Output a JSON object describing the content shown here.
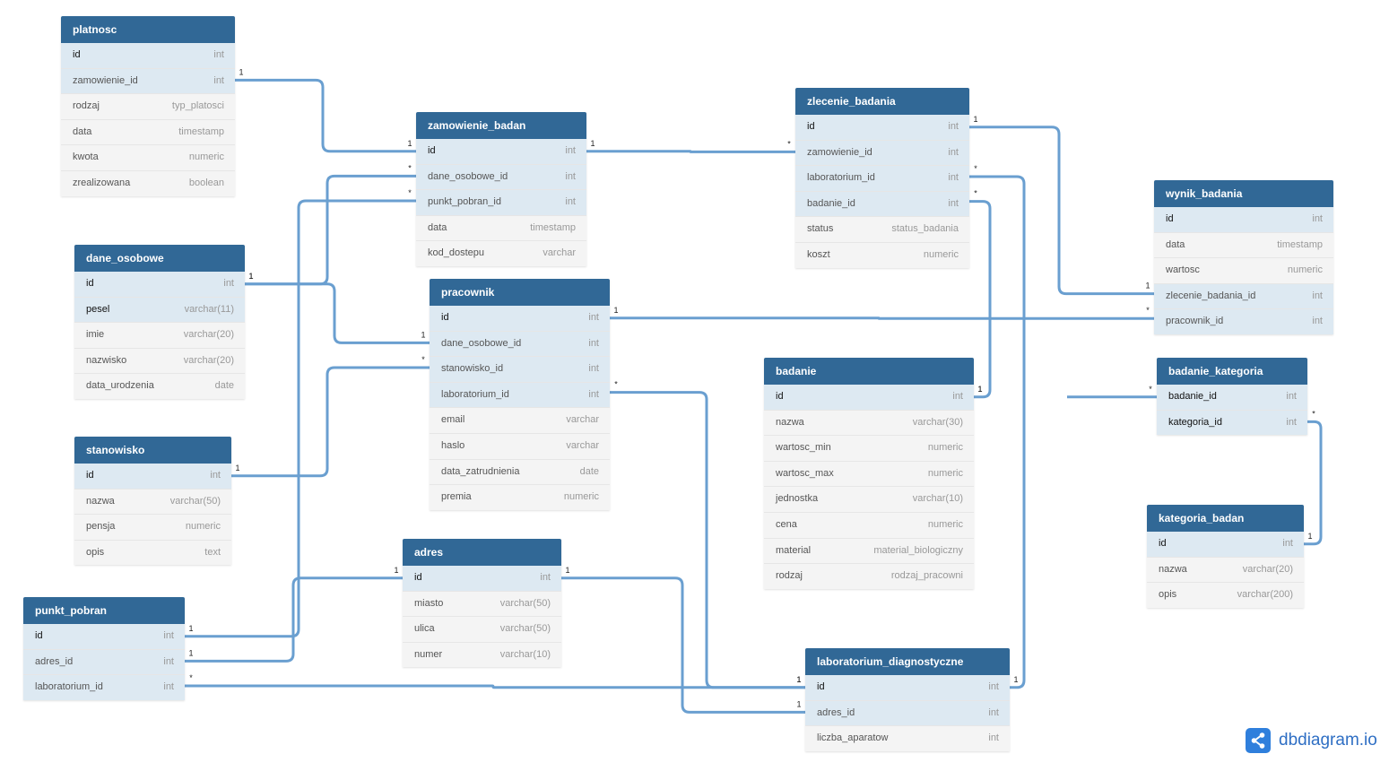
{
  "tables": [
    {
      "id": "platnosc",
      "name": "platnosc",
      "columns": [
        {
          "name": "id",
          "type": "int",
          "pk": true
        },
        {
          "name": "zamowienie_id",
          "type": "int",
          "fk": true
        },
        {
          "name": "rodzaj",
          "type": "typ_platosci"
        },
        {
          "name": "data",
          "type": "timestamp"
        },
        {
          "name": "kwota",
          "type": "numeric"
        },
        {
          "name": "zrealizowana",
          "type": "boolean"
        }
      ]
    },
    {
      "id": "zamowienie_badan",
      "name": "zamowienie_badan",
      "columns": [
        {
          "name": "id",
          "type": "int",
          "pk": true
        },
        {
          "name": "dane_osobowe_id",
          "type": "int",
          "fk": true
        },
        {
          "name": "punkt_pobran_id",
          "type": "int",
          "fk": true
        },
        {
          "name": "data",
          "type": "timestamp"
        },
        {
          "name": "kod_dostepu",
          "type": "varchar"
        }
      ]
    },
    {
      "id": "zlecenie_badania",
      "name": "zlecenie_badania",
      "columns": [
        {
          "name": "id",
          "type": "int",
          "pk": true
        },
        {
          "name": "zamowienie_id",
          "type": "int",
          "fk": true
        },
        {
          "name": "laboratorium_id",
          "type": "int",
          "fk": true
        },
        {
          "name": "badanie_id",
          "type": "int",
          "fk": true
        },
        {
          "name": "status",
          "type": "status_badania"
        },
        {
          "name": "koszt",
          "type": "numeric"
        }
      ]
    },
    {
      "id": "wynik_badania",
      "name": "wynik_badania",
      "columns": [
        {
          "name": "id",
          "type": "int",
          "pk": true
        },
        {
          "name": "data",
          "type": "timestamp"
        },
        {
          "name": "wartosc",
          "type": "numeric"
        },
        {
          "name": "zlecenie_badania_id",
          "type": "int",
          "fk": true
        },
        {
          "name": "pracownik_id",
          "type": "int",
          "fk": true
        }
      ]
    },
    {
      "id": "dane_osobowe",
      "name": "dane_osobowe",
      "columns": [
        {
          "name": "id",
          "type": "int",
          "pk": true
        },
        {
          "name": "pesel",
          "type": "varchar(11)",
          "pk": true
        },
        {
          "name": "imie",
          "type": "varchar(20)"
        },
        {
          "name": "nazwisko",
          "type": "varchar(20)"
        },
        {
          "name": "data_urodzenia",
          "type": "date"
        }
      ]
    },
    {
      "id": "pracownik",
      "name": "pracownik",
      "columns": [
        {
          "name": "id",
          "type": "int",
          "pk": true
        },
        {
          "name": "dane_osobowe_id",
          "type": "int",
          "fk": true
        },
        {
          "name": "stanowisko_id",
          "type": "int",
          "fk": true
        },
        {
          "name": "laboratorium_id",
          "type": "int",
          "fk": true
        },
        {
          "name": "email",
          "type": "varchar"
        },
        {
          "name": "haslo",
          "type": "varchar"
        },
        {
          "name": "data_zatrudnienia",
          "type": "date"
        },
        {
          "name": "premia",
          "type": "numeric"
        }
      ]
    },
    {
      "id": "badanie",
      "name": "badanie",
      "columns": [
        {
          "name": "id",
          "type": "int",
          "pk": true
        },
        {
          "name": "nazwa",
          "type": "varchar(30)"
        },
        {
          "name": "wartosc_min",
          "type": "numeric"
        },
        {
          "name": "wartosc_max",
          "type": "numeric"
        },
        {
          "name": "jednostka",
          "type": "varchar(10)"
        },
        {
          "name": "cena",
          "type": "numeric"
        },
        {
          "name": "material",
          "type": "material_biologiczny"
        },
        {
          "name": "rodzaj",
          "type": "rodzaj_pracowni"
        }
      ]
    },
    {
      "id": "badanie_kategoria",
      "name": "badanie_kategoria",
      "columns": [
        {
          "name": "badanie_id",
          "type": "int",
          "pk": true,
          "fk": true
        },
        {
          "name": "kategoria_id",
          "type": "int",
          "pk": true,
          "fk": true
        }
      ]
    },
    {
      "id": "stanowisko",
      "name": "stanowisko",
      "columns": [
        {
          "name": "id",
          "type": "int",
          "pk": true
        },
        {
          "name": "nazwa",
          "type": "varchar(50)"
        },
        {
          "name": "pensja",
          "type": "numeric"
        },
        {
          "name": "opis",
          "type": "text"
        }
      ]
    },
    {
      "id": "kategoria_badan",
      "name": "kategoria_badan",
      "columns": [
        {
          "name": "id",
          "type": "int",
          "pk": true
        },
        {
          "name": "nazwa",
          "type": "varchar(20)"
        },
        {
          "name": "opis",
          "type": "varchar(200)"
        }
      ]
    },
    {
      "id": "adres",
      "name": "adres",
      "columns": [
        {
          "name": "id",
          "type": "int",
          "pk": true
        },
        {
          "name": "miasto",
          "type": "varchar(50)"
        },
        {
          "name": "ulica",
          "type": "varchar(50)"
        },
        {
          "name": "numer",
          "type": "varchar(10)"
        }
      ]
    },
    {
      "id": "punkt_pobran",
      "name": "punkt_pobran",
      "columns": [
        {
          "name": "id",
          "type": "int",
          "pk": true
        },
        {
          "name": "adres_id",
          "type": "int",
          "fk": true
        },
        {
          "name": "laboratorium_id",
          "type": "int",
          "fk": true
        }
      ]
    },
    {
      "id": "laboratorium_diagnostyczne",
      "name": "laboratorium_diagnostyczne",
      "columns": [
        {
          "name": "id",
          "type": "int",
          "pk": true
        },
        {
          "name": "adres_id",
          "type": "int",
          "fk": true
        },
        {
          "name": "liczba_aparatow",
          "type": "int"
        }
      ]
    }
  ],
  "relationships": [
    {
      "from": "platnosc.zamowienie_id",
      "to": "zamowienie_badan.id",
      "from_card": "1",
      "to_card": "1"
    },
    {
      "from": "zamowienie_badan.dane_osobowe_id",
      "to": "dane_osobowe.id",
      "from_card": "*",
      "to_card": "1"
    },
    {
      "from": "zamowienie_badan.punkt_pobran_id",
      "to": "punkt_pobran.id",
      "from_card": "*",
      "to_card": "1"
    },
    {
      "from": "zlecenie_badania.zamowienie_id",
      "to": "zamowienie_badan.id",
      "from_card": "*",
      "to_card": "1"
    },
    {
      "from": "pracownik.dane_osobowe_id",
      "to": "dane_osobowe.id",
      "from_card": "1",
      "to_card": "1"
    },
    {
      "from": "pracownik.stanowisko_id",
      "to": "stanowisko.id",
      "from_card": "*",
      "to_card": "1"
    },
    {
      "from": "wynik_badania.pracownik_id",
      "to": "pracownik.id",
      "from_card": "*",
      "to_card": "1"
    },
    {
      "from": "wynik_badania.zlecenie_badania_id",
      "to": "zlecenie_badania.id",
      "from_card": "1",
      "to_card": "1"
    },
    {
      "from": "pracownik.laboratorium_id",
      "to": "laboratorium_diagnostyczne.id",
      "from_card": "*",
      "to_card": "1"
    },
    {
      "from": "zlecenie_badania.laboratorium_id",
      "to": "laboratorium_diagnostyczne.id",
      "from_card": "*",
      "to_card": "1"
    },
    {
      "from": "zlecenie_badania.badanie_id",
      "to": "badanie.id",
      "from_card": "*",
      "to_card": "1"
    },
    {
      "from": "badanie_kategoria.badanie_id",
      "to": "badanie.id",
      "from_card": "*",
      "to_card": "1"
    },
    {
      "from": "badanie_kategoria.kategoria_id",
      "to": "kategoria_badan.id",
      "from_card": "*",
      "to_card": "1"
    },
    {
      "from": "punkt_pobran.adres_id",
      "to": "adres.id",
      "from_card": "1",
      "to_card": "1"
    },
    {
      "from": "laboratorium_diagnostyczne.adres_id",
      "to": "adres.id",
      "from_card": "1",
      "to_card": "1"
    },
    {
      "from": "punkt_pobran.laboratorium_id",
      "to": "laboratorium_diagnostyczne.id",
      "from_card": "*",
      "to_card": "1"
    }
  ],
  "branding": {
    "name": "dbdiagram.io",
    "icon": "share-nodes-icon"
  },
  "colors": {
    "header": "#316896",
    "line": "#6a9fd0",
    "key_row": "#dde9f2",
    "row": "#f4f4f4",
    "brand": "#2f6fc4"
  }
}
